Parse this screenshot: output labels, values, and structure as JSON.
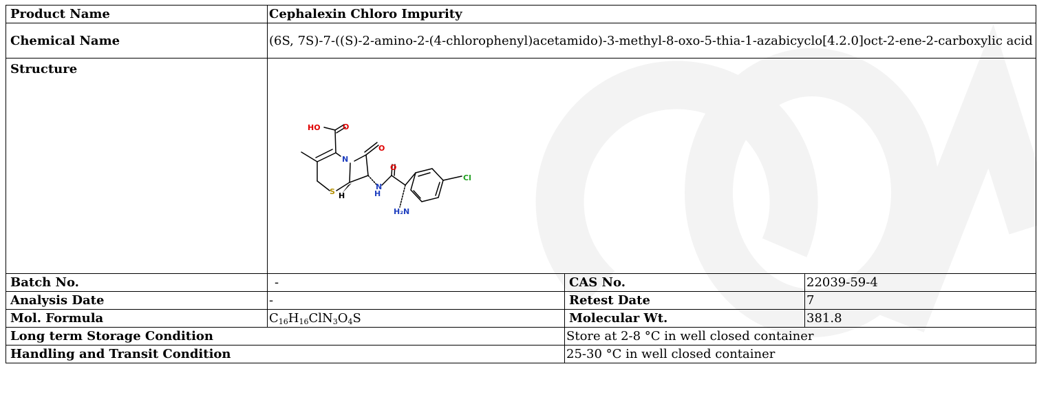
{
  "product_name": {
    "label": "Product Name",
    "value": "Cephalexin Chloro Impurity"
  },
  "chemical_name": {
    "label": "Chemical Name",
    "value": "(6S, 7S)-7-((S)-2-amino-2-(4-chlorophenyl)acetamido)-3-methyl-8-oxo-5-thia-1-azabicyclo[4.2.0]oct-2-ene-2-carboxylic acid"
  },
  "structure": {
    "label": "Structure",
    "atoms": {
      "ho": "HO",
      "o": "O",
      "n": "N",
      "s": "S",
      "h": "H",
      "cl": "Cl",
      "nh_n": "N",
      "nh_h": "H",
      "h2n": "H₂N"
    }
  },
  "batch": {
    "label": "Batch No.",
    "value": "-"
  },
  "cas": {
    "label": "CAS No.",
    "value": "22039-59-4"
  },
  "analysis_date": {
    "label": "Analysis Date",
    "value": "-"
  },
  "retest_date": {
    "label": "Retest Date",
    "value": "7"
  },
  "mol_formula": {
    "label": "Mol. Formula",
    "parts": [
      "C",
      "16",
      "H",
      "16",
      "ClN",
      "3",
      "O",
      "4",
      "S"
    ]
  },
  "mol_wt": {
    "label": "Molecular Wt.",
    "value": "381.8"
  },
  "storage": {
    "label": "Long term Storage Condition",
    "value": "Store at 2-8 °C in well closed container"
  },
  "handling": {
    "label": "Handling and Transit Condition",
    "value": "25-30 °C in well closed container"
  },
  "colors": {
    "oxygen": "#e00000",
    "nitrogen": "#1f3fbf",
    "sulfur": "#b38f00",
    "chlorine": "#1fa01f",
    "watermark": "#f2f2f2"
  }
}
